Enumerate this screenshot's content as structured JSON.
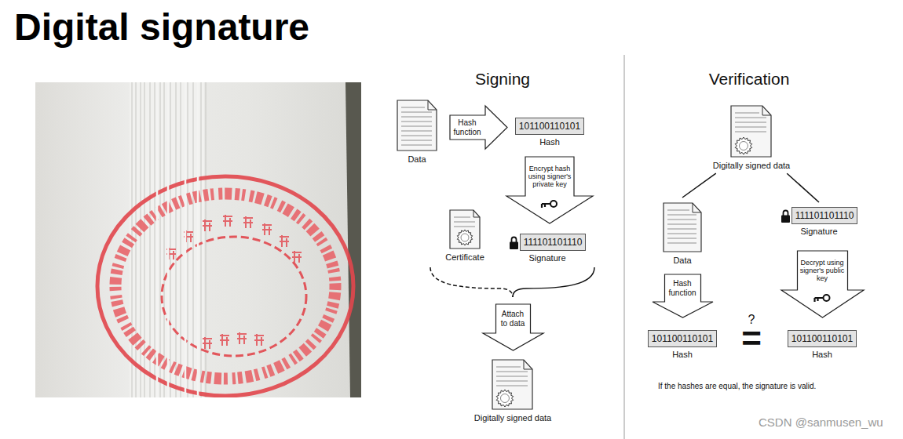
{
  "diagram": {
    "title": "Digital signature",
    "nodes": [
      {
        "text": [
          "Data"
        ]
      },
      {
        "text": [
          "Hash function"
        ]
      },
      {
        "text": [
          "101100110101",
          "Hash"
        ]
      },
      {
        "text": [
          "Encrypt hash using signer's private key"
        ]
      },
      {
        "text": [
          "Certificate"
        ]
      },
      {
        "text": [
          "111101101110",
          "Signature"
        ]
      },
      {
        "text": [
          "Attach to data"
        ]
      },
      {
        "text": [
          "Digitally signed data"
        ]
      },
      {
        "text": [
          "Digitally signed data"
        ]
      },
      {
        "text": [
          "Data"
        ]
      },
      {
        "text": [
          "111101101110",
          "Signature"
        ]
      },
      {
        "text": [
          "Hash function"
        ]
      },
      {
        "text": [
          "Decrypt using signer's public key"
        ]
      },
      {
        "text": [
          "101100110101",
          "Hash"
        ]
      },
      {
        "text": [
          "101100110101",
          "Hash"
        ]
      }
    ],
    "edges": [
      {
        "from": 8,
        "to": 9,
        "arrow": "none"
      },
      {
        "from": 8,
        "to": 10,
        "arrow": "none"
      }
    ],
    "labels": [
      "Signing",
      "Verification",
      "?",
      "=",
      "If the hashes are equal, the signature is valid.",
      "CSDN @sanmusen_wu"
    ]
  }
}
